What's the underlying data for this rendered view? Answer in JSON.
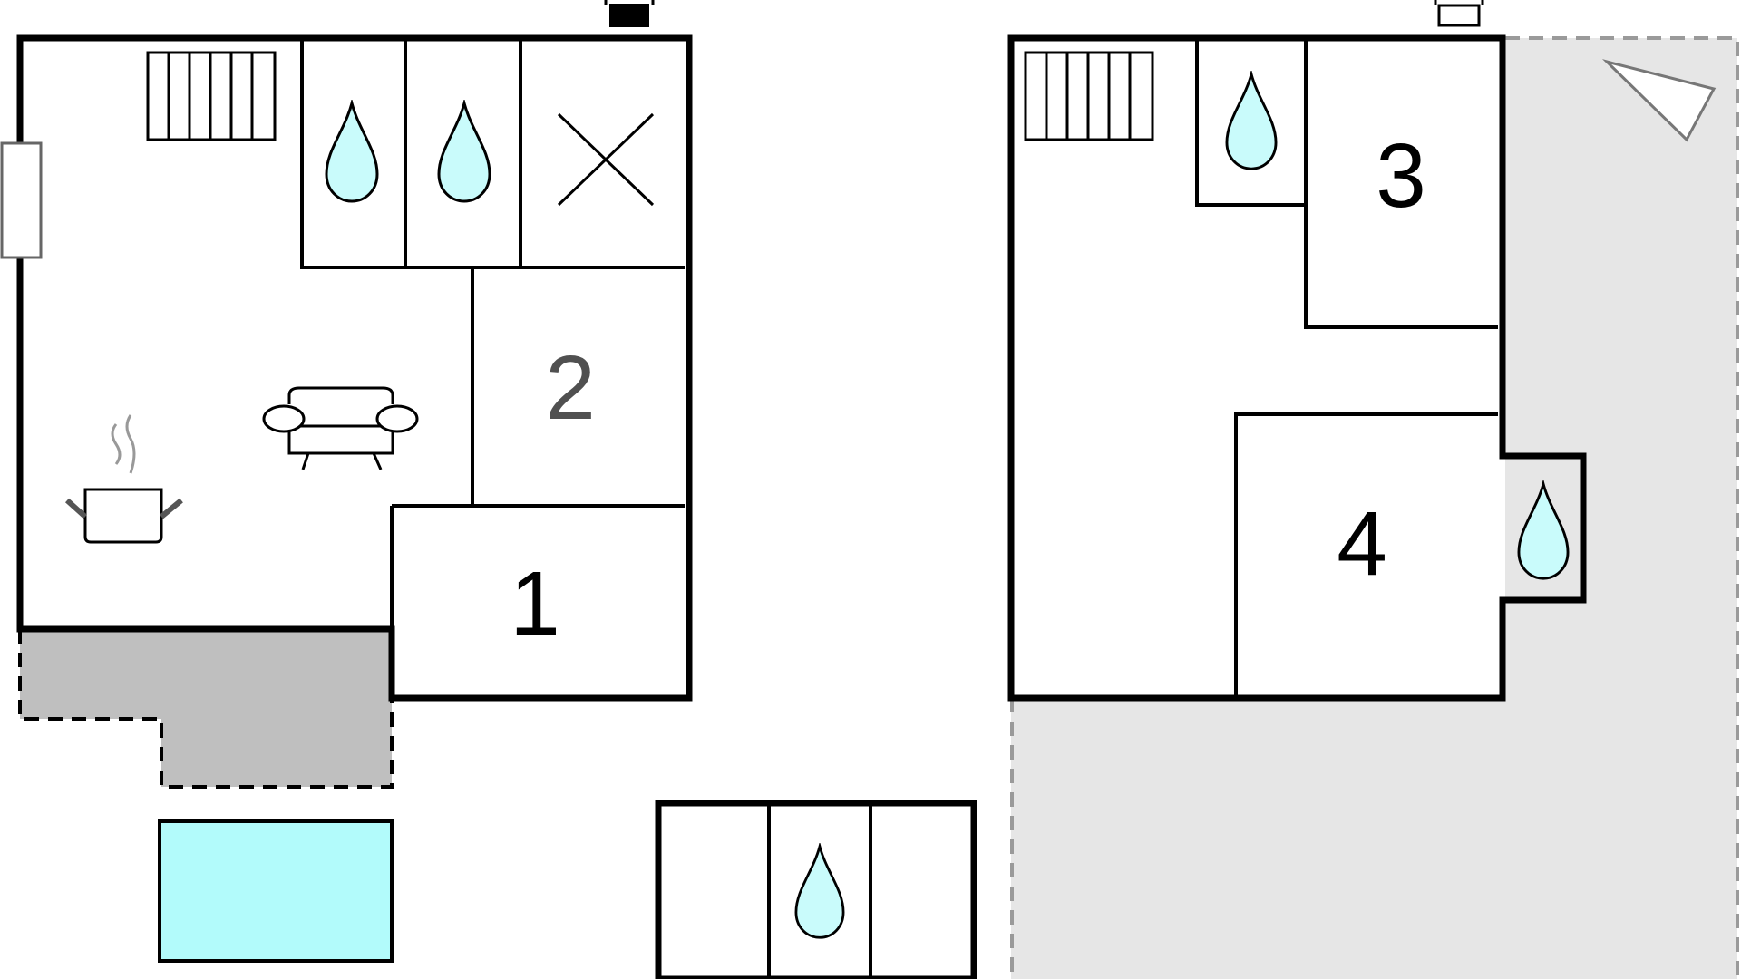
{
  "floor_plan": {
    "room_numbers": {
      "room_1": "1",
      "room_2": "2",
      "room_3": "3",
      "room_4": "4"
    },
    "colors": {
      "wall": "#000000",
      "terrace": "#bfbfbf",
      "garden": "#e6e6e6",
      "water_drop": "#c9fbfb",
      "pool": "#b2fbfb"
    },
    "icons": [
      "radiator-icon",
      "water-drop-icon",
      "x-mark-icon",
      "sofa-icon",
      "cooking-pot-icon",
      "chimney-icon",
      "window-icon",
      "compass-icon",
      "pool-icon"
    ]
  }
}
